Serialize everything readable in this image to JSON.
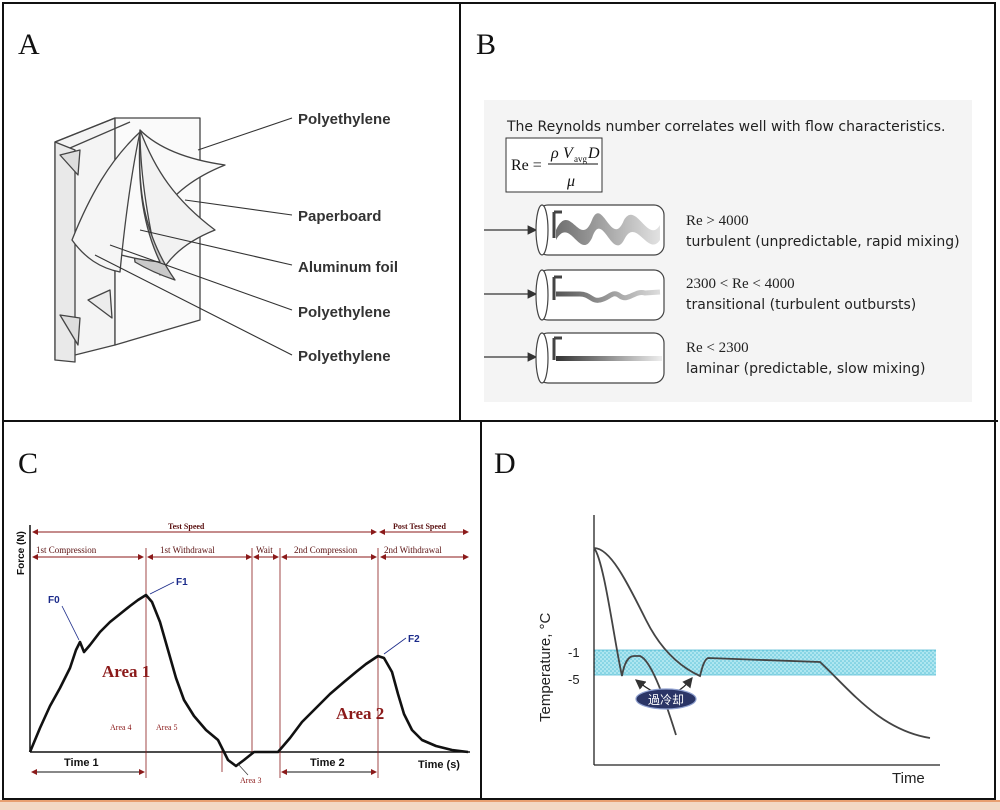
{
  "panels": {
    "a": {
      "letter": "A",
      "layers": [
        "Polyethylene",
        "Paperboard",
        "Aluminum foil",
        "Polyethylene",
        "Polyethylene"
      ]
    },
    "b": {
      "letter": "B",
      "heading": "The Reynolds number correlates well with flow characteristics.",
      "formula": {
        "lhs": "Re =",
        "num_rho": "ρ",
        "num_v": "V",
        "num_sub": "avg",
        "num_d": "D",
        "den": "μ"
      },
      "regimes": [
        {
          "condition": "Re > 4000",
          "description": "turbulent (unpredictable, rapid mixing)"
        },
        {
          "condition": "2300 < Re < 4000",
          "description": "transitional (turbulent outbursts)"
        },
        {
          "condition": "Re < 2300",
          "description": "laminar (predictable, slow mixing)"
        }
      ]
    },
    "c": {
      "letter": "C",
      "ylabel": "Force (N)",
      "xlabel": "Time (s)",
      "test_speed": "Test Speed",
      "post_test_speed": "Post Test Speed",
      "phases": [
        "1st Compression",
        "1st Withdrawal",
        "Wait",
        "2nd Compression",
        "2nd Withdrawal"
      ],
      "points": [
        "F0",
        "F1",
        "F2"
      ],
      "areas": {
        "area1": "Area 1",
        "area2": "Area 2",
        "area3": "Area 3",
        "area4": "Area 4",
        "area5": "Area 5"
      },
      "times": [
        "Time 1",
        "Time 2"
      ]
    },
    "d": {
      "letter": "D",
      "ylabel": "Temperature, °C",
      "xlabel": "Time",
      "ticks": [
        "-1",
        "-5"
      ],
      "callout": "過冷却"
    }
  },
  "colors": {
    "label_blue": "#1a2a8a",
    "area_red": "#8b1a1a",
    "band_cyan": "#7fd6e6",
    "callout_navy": "#2b3566"
  }
}
